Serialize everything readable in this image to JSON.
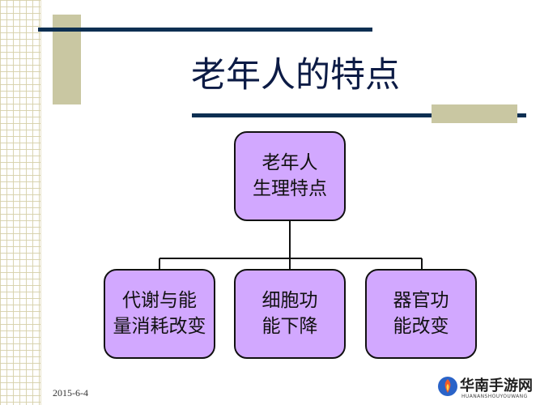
{
  "slide": {
    "title": "老年人的特点",
    "date": "2015-6-4"
  },
  "diagram": {
    "root": "老年人\n生理特点",
    "children": [
      "代谢与能\n量消耗改变",
      "细胞功\n能下降",
      "器官功\n能改变"
    ]
  },
  "watermark": {
    "text": "华南手游网",
    "subtext": "HUANANSHOUYOUWANG"
  },
  "colors": {
    "node_fill": "#d2a8ff",
    "title_text": "#0c1b45",
    "accent_line": "#0d2f52",
    "accent_block": "#c9c7a2"
  }
}
